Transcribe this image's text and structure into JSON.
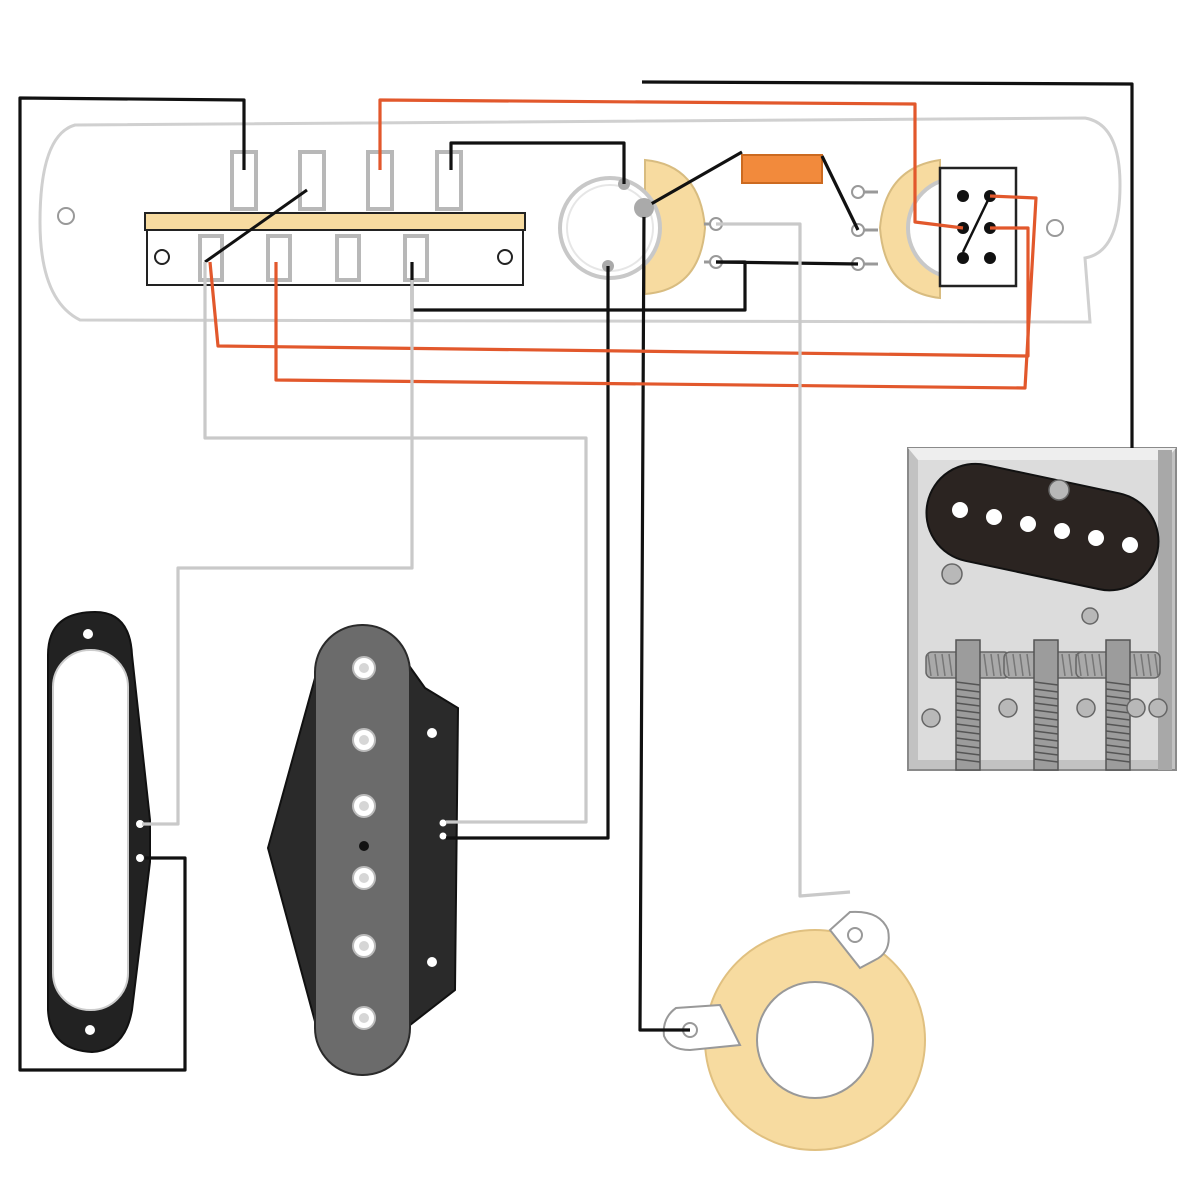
{
  "diagram": {
    "subject": "telecaster-4-way-wiring",
    "text_labels": []
  },
  "components": {
    "control_plate": {
      "name": "control-plate"
    },
    "selector_switch": {
      "name": "4-way-selector-switch",
      "lug_count": 8
    },
    "volume_pot": {
      "name": "volume-pot"
    },
    "tone_pot": {
      "name": "tone-pot-with-push-pull"
    },
    "capacitor": {
      "name": "tone-capacitor"
    },
    "dpdt_switch": {
      "name": "dpdt-push-pull"
    },
    "neck_pickup": {
      "name": "neck-pickup"
    },
    "bridge_pickup": {
      "name": "bridge-pickup",
      "pole_count": 6
    },
    "bridge_plate": {
      "name": "bridge-plate-with-pickup",
      "saddle_count": 3
    },
    "output_jack": {
      "name": "output-jack"
    }
  },
  "wires": {
    "colors": {
      "ground": "#111111",
      "hot": "#e2582c",
      "signal": "#c9c9c9"
    }
  }
}
